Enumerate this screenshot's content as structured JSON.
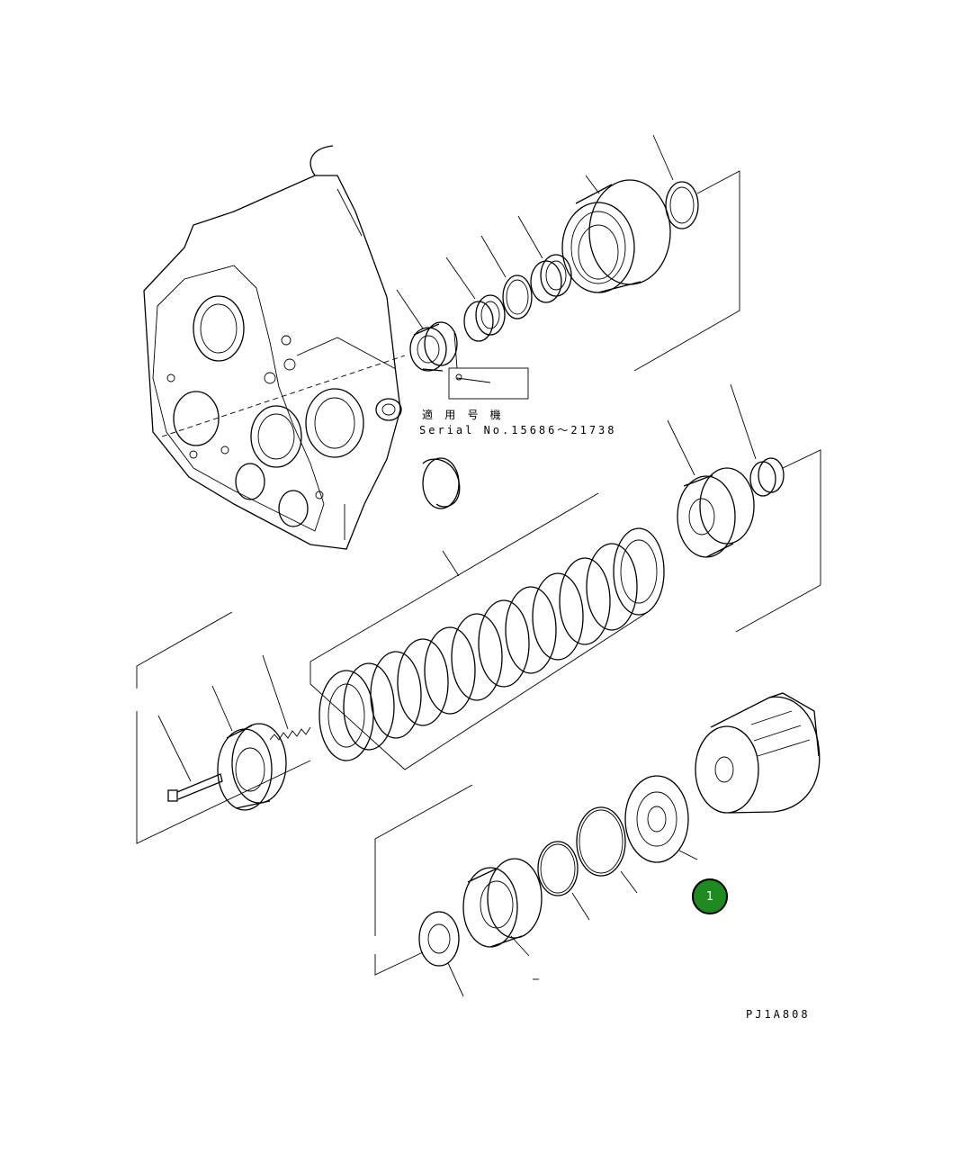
{
  "labels": {
    "applicable_serial_jp": "適 用 号 機",
    "serial_range": "Serial No.15686～21738",
    "drawing_code": "PJ1A808"
  },
  "callouts": [
    {
      "number": "1",
      "color": "#1f8a1f"
    }
  ],
  "colors": {
    "line": "#000000",
    "background": "#ffffff",
    "callout_fill": "#1f8a1f"
  }
}
